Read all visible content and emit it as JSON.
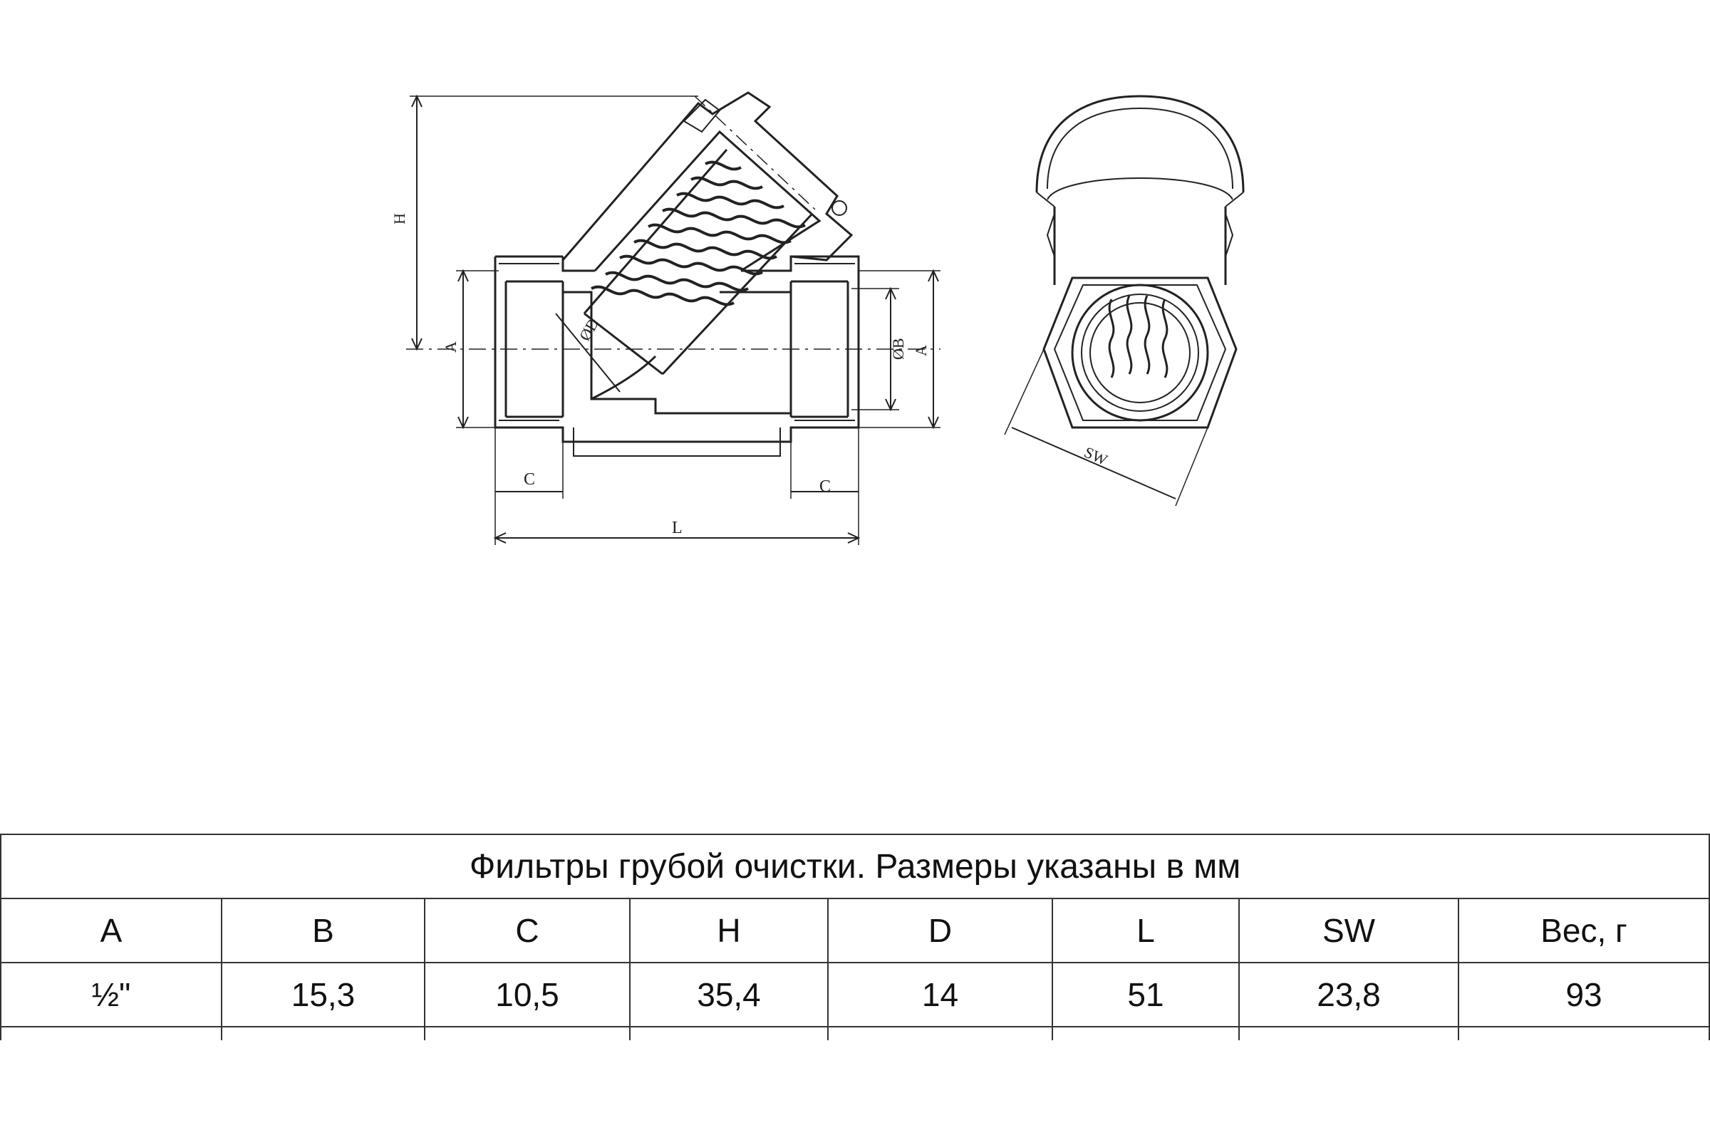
{
  "drawing": {
    "left_view": {
      "dim_H": "H",
      "dim_A_left": "A",
      "dim_D": "ØD",
      "dim_B": "ØB",
      "dim_A_right": "A",
      "dim_C_left": "C",
      "dim_C_right": "C",
      "dim_L": "L"
    },
    "right_view": {
      "dim_SW": "SW"
    }
  },
  "table": {
    "title": "Фильтры грубой очистки. Размеры указаны в мм",
    "headers": [
      "A",
      "B",
      "C",
      "H",
      "D",
      "L",
      "SW",
      "Вес, г"
    ],
    "rows": [
      [
        "½\"",
        "15,3",
        "10,5",
        "35,4",
        "14",
        "51",
        "23,8",
        "93"
      ]
    ]
  }
}
